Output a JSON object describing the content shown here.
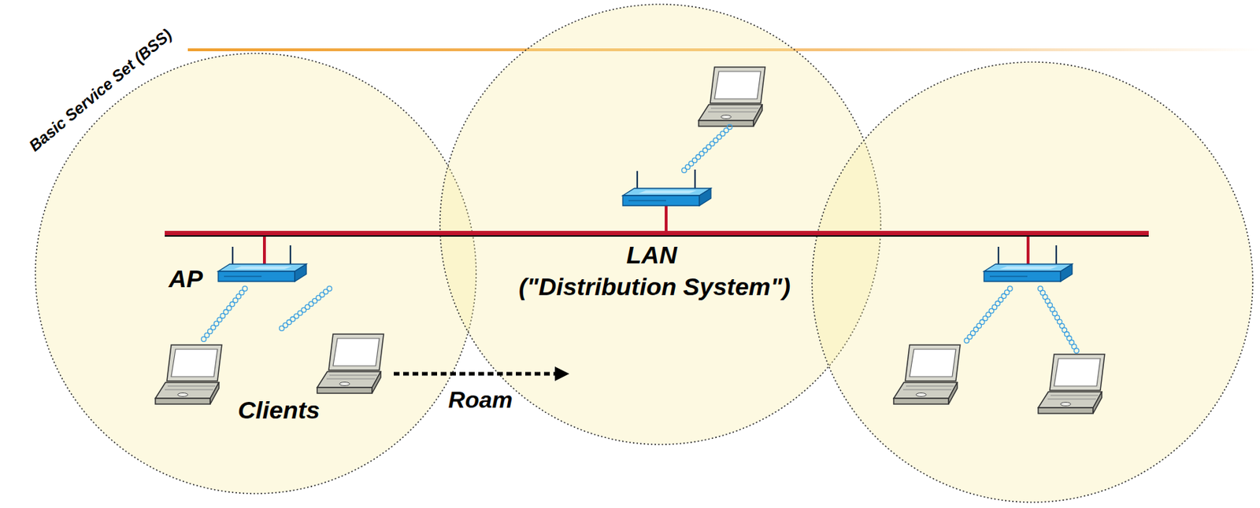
{
  "diagram": {
    "labels": [
      "Basic Service Set (BSS)",
      "AP",
      "Clients",
      "Roam",
      "LAN",
      "(\"Distribution System\")"
    ]
  }
}
